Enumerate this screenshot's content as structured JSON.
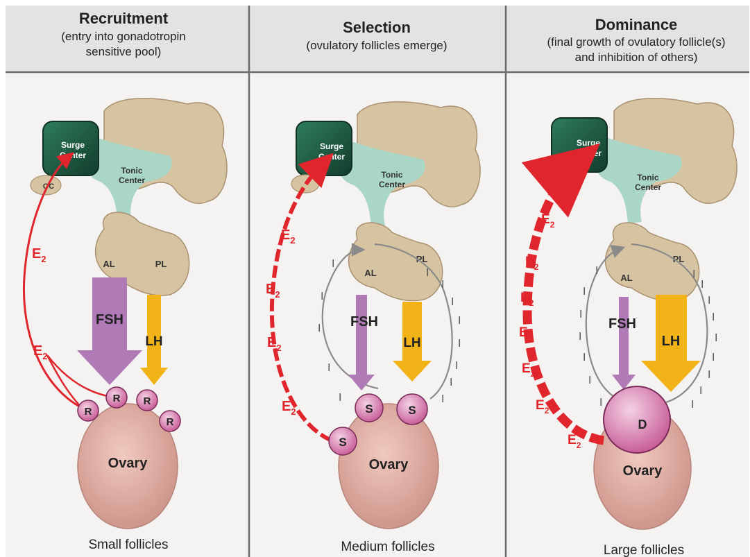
{
  "panels": [
    {
      "title": "Recruitment",
      "subtitle_line1": "(entry into gonadotropin",
      "subtitle_line2": "sensitive pool)",
      "caption": "Small follicles",
      "follicle_letter": "R"
    },
    {
      "title": "Selection",
      "subtitle_line1": "(ovulatory follicles emerge)",
      "subtitle_line2": "",
      "caption": "Medium follicles",
      "follicle_letter": "S"
    },
    {
      "title": "Dominance",
      "subtitle_line1": "(final growth of ovulatory follicle(s)",
      "subtitle_line2": "and inhibition of others)",
      "caption": "Large follicles",
      "follicle_letter": "D"
    }
  ],
  "labels": {
    "surge_line1": "Surge",
    "surge_line2": "Center",
    "tonic_line1": "Tonic",
    "tonic_line2": "Center",
    "oc": "OC",
    "al": "AL",
    "pl": "PL",
    "fsh": "FSH",
    "lh": "LH",
    "ovary": "Ovary",
    "estradiol": "E",
    "estradiol_sub": "2",
    "inhibin": "I"
  },
  "colors": {
    "estradiol_red": "#e0262c",
    "fsh_purple": "#b07ab6",
    "lh_yellow": "#f2b318",
    "surge_green": "#1f5e45",
    "tonic_teal": "#a9d6c6",
    "brain_tan": "#d6c3a1",
    "ovary_pink": "#dcaaa0",
    "follicle_pink": "#d98ab8",
    "header_gray": "#e4e3e1"
  }
}
